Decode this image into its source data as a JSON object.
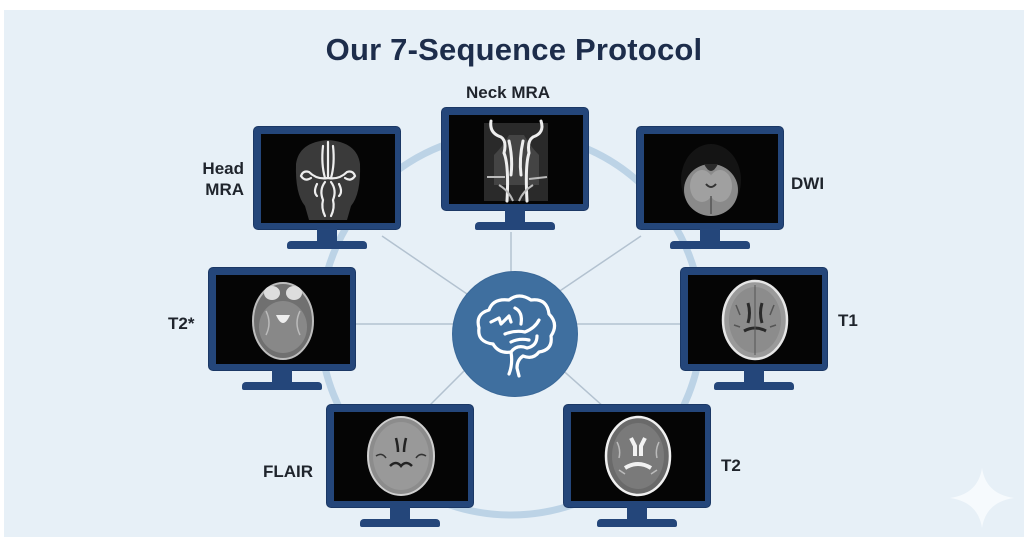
{
  "title": "Our 7-Sequence Protocol",
  "center_icon": "brain-icon",
  "colors": {
    "background": "#e7f0f7",
    "title": "#1d2d4b",
    "monitor": "#24467a",
    "hub": "#3f6f9f",
    "ring": "#bcd3e6",
    "spokes": "#b7c6d3"
  },
  "sequences": [
    {
      "id": "neck-mra",
      "label": "Neck MRA",
      "image": "coronal MRA of neck arteries"
    },
    {
      "id": "dwi",
      "label": "DWI",
      "image": "axial diffusion-weighted brain slice"
    },
    {
      "id": "t1",
      "label": "T1",
      "image": "axial T1-weighted brain slice"
    },
    {
      "id": "t2",
      "label": "T2",
      "image": "axial T2-weighted brain slice"
    },
    {
      "id": "flair",
      "label": "FLAIR",
      "image": "axial FLAIR brain slice"
    },
    {
      "id": "t2star",
      "label": "T2*",
      "image": "axial T2* brain slice with orbits"
    },
    {
      "id": "head-mra",
      "label": "Head MRA",
      "label_lines": [
        "Head",
        "MRA"
      ],
      "image": "MRA of intracranial arteries"
    }
  ],
  "watermark_icon": "sparkle-icon"
}
